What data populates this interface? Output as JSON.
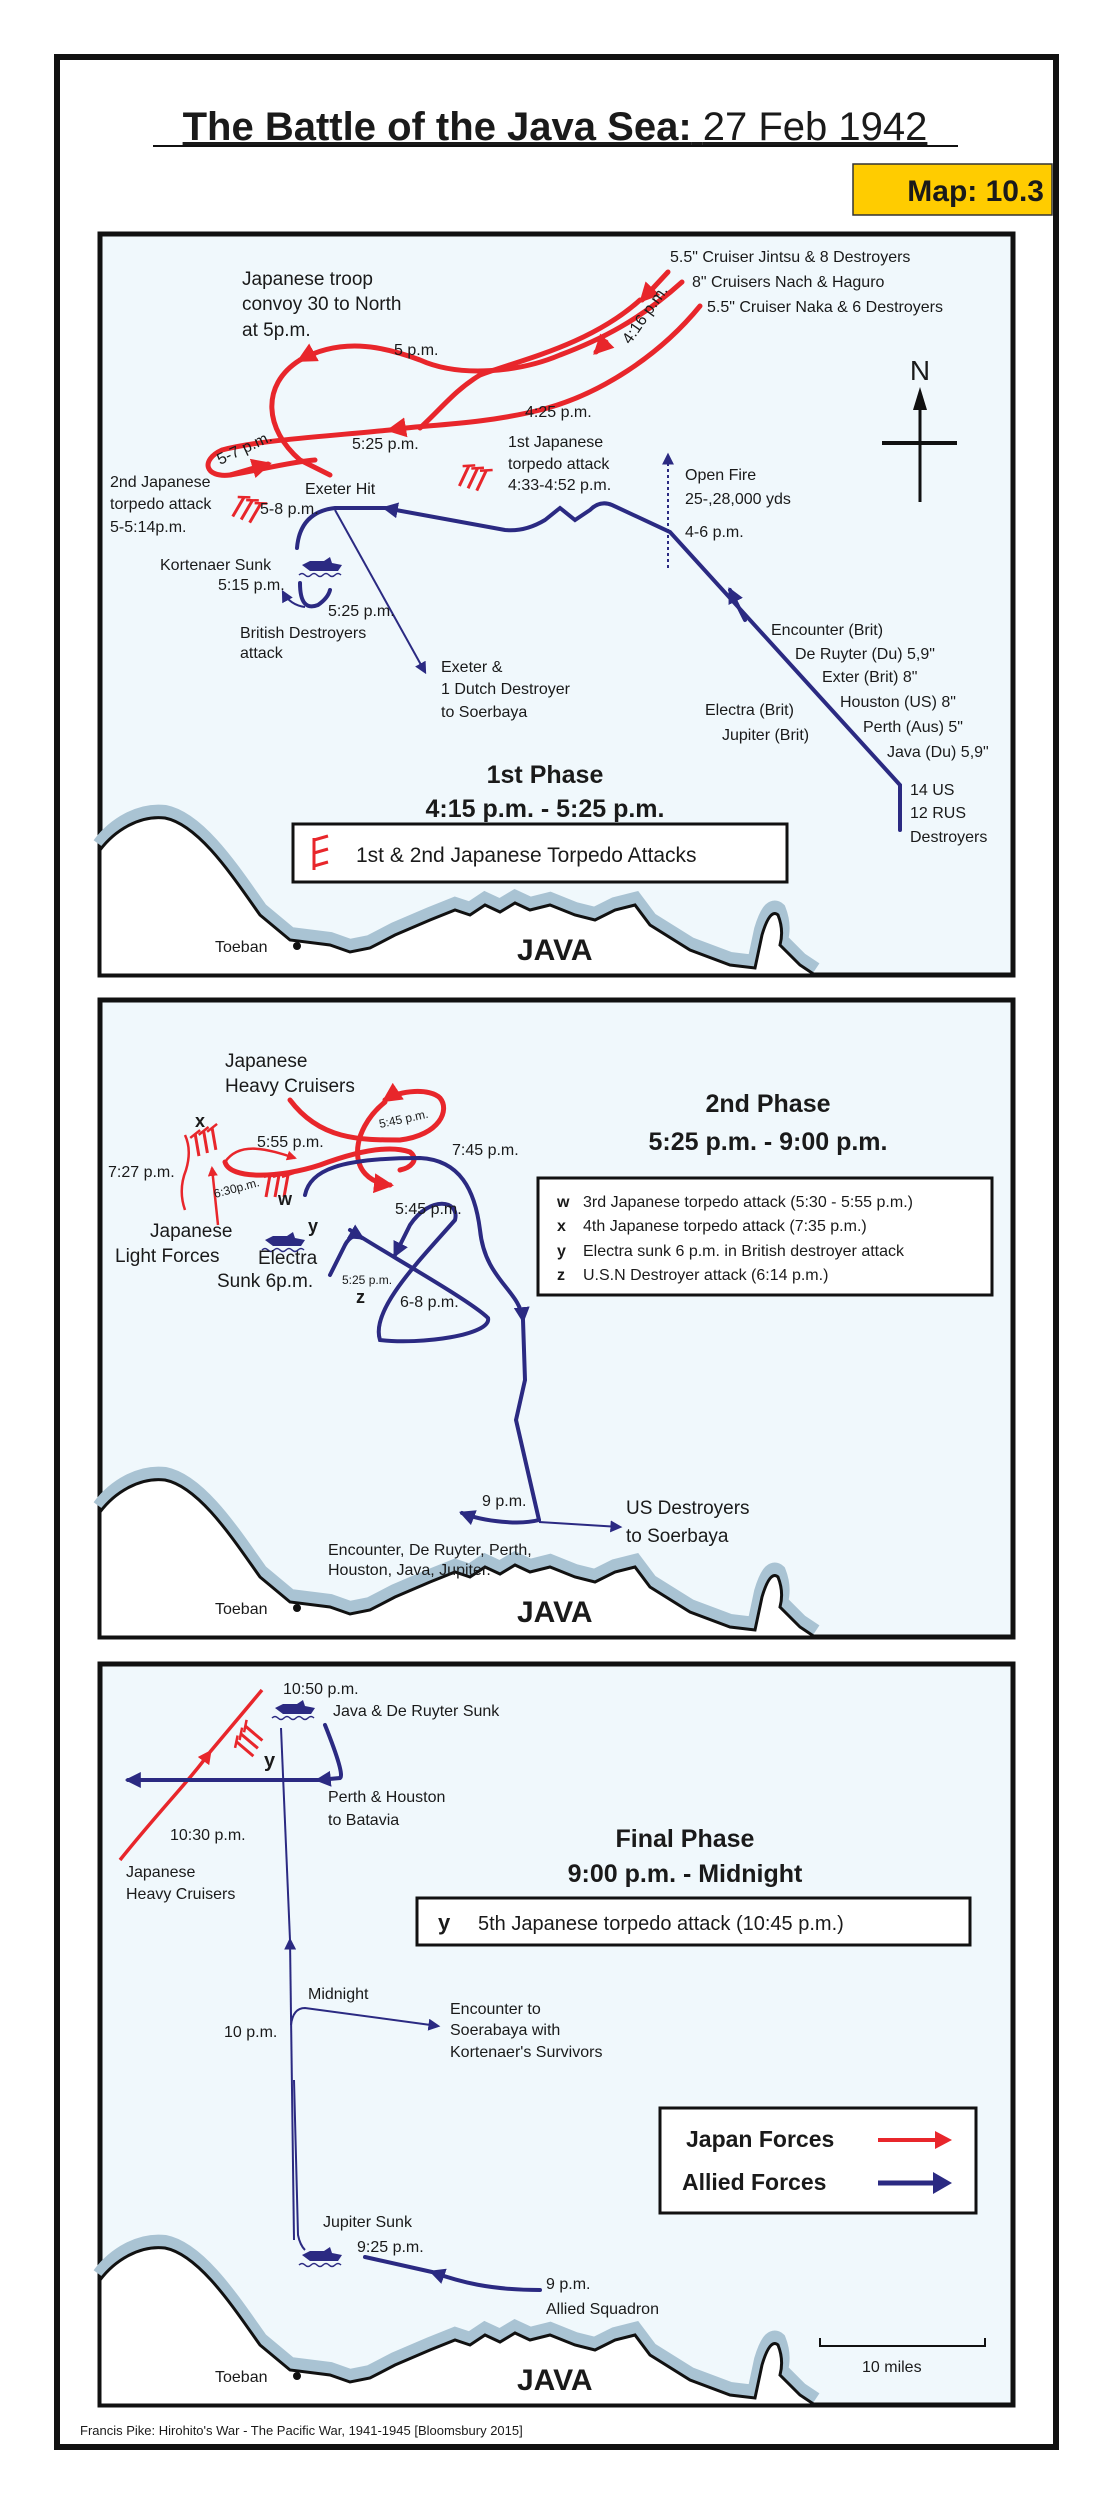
{
  "title": {
    "bold": "The Battle of the Java Sea:",
    "date": "27 Feb 1942"
  },
  "map_badge": "Map: 10.3",
  "colors": {
    "japan": "#e8262b",
    "allied": "#2b2a82",
    "sea": "#f0f8fc",
    "badge": "#ffcc00"
  },
  "compass": "N",
  "phase1": {
    "jintsu": "5.5\" Cruiser Jintsu & 8 Destroyers",
    "nachi": "8\" Cruisers Nach & Haguro",
    "naka": "5.5\" Cruiser Naka & 6 Destroyers",
    "convoy": [
      "Japanese troop",
      "convoy 30 to North",
      "at 5p.m."
    ],
    "t_5pm": "5 p.m.",
    "t_416": "4:16 p.m.",
    "t_425": "4:25 p.m.",
    "t_525": "5:25 p.m.",
    "t_57": "5-7 p.m.",
    "first_torpedo": [
      "1st Japanese",
      "torpedo attack",
      "4:33-4:52 p.m."
    ],
    "open_fire": [
      "Open Fire",
      "25-,28,000 yds",
      "4-6 p.m."
    ],
    "second_torpedo": [
      "2nd Japanese",
      "torpedo attack",
      "5-5:14p.m."
    ],
    "exeter_hit": "Exeter Hit",
    "t_58": "5-8 p.m.",
    "kortenaer": [
      "Kortenaer Sunk",
      "5:15 p.m."
    ],
    "t_525b": "5:25 p.m.",
    "british": [
      "British Destroyers",
      "attack"
    ],
    "exeter_to": [
      "Exeter &",
      "1 Dutch Destroyer",
      "to Soerbaya"
    ],
    "allied_ships": [
      "Encounter (Brit)",
      "De Ruyter (Du) 5,9\"",
      "Exter (Brit) 8\"",
      "Houston (US) 8\"",
      "Perth (Aus) 5\"",
      "Java (Du) 5,9\""
    ],
    "electra_jupiter": [
      "Electra (Brit)",
      "Jupiter (Brit)"
    ],
    "destroyers": [
      "14 US",
      "12 RUS",
      "Destroyers"
    ],
    "phase_title": "1st Phase",
    "phase_time": "4:15 p.m. - 5:25 p.m.",
    "legend": "1st & 2nd Japanese Torpedo Attacks",
    "toeban": "Toeban",
    "java": "JAVA"
  },
  "phase2": {
    "heavy": [
      "Japanese",
      "Heavy Cruisers"
    ],
    "phase_title": "2nd Phase",
    "phase_time": "5:25 p.m. - 9:00 p.m.",
    "legend": [
      {
        "key": "w",
        "text": "3rd Japanese torpedo attack (5:30 - 5:55 p.m.)"
      },
      {
        "key": "x",
        "text": "4th Japanese torpedo attack (7:35 p.m.)"
      },
      {
        "key": "y",
        "text": "Electra sunk 6 p.m. in British destroyer attack"
      },
      {
        "key": "z",
        "text": "U.S.N Destroyer attack (6:14 p.m.)"
      }
    ],
    "x": "x",
    "w": "w",
    "y": "y",
    "z": "z",
    "t_545a": "5:45 p.m.",
    "t_555": "5:55 p.m.",
    "t_727": "7:27 p.m.",
    "t_630": "6:30p.m.",
    "t_745": "7:45 p.m.",
    "t_545b": "5:45 p.m.",
    "light": [
      "Japanese",
      "Light Forces"
    ],
    "electra": [
      "Electra",
      "Sunk 6p.m."
    ],
    "t_525": "5:25 p.m.",
    "t_68": "6-8 p.m.",
    "t_9pm": "9 p.m.",
    "us_destroyers": [
      "US Destroyers",
      "to Soerbaya"
    ],
    "squadron": [
      "Encounter, De Ruyter, Perth,",
      "Houston, Java, Jupiter."
    ],
    "toeban": "Toeban",
    "java": "JAVA"
  },
  "phase3": {
    "t_1050": "10:50 p.m.",
    "java_sunk": "Java & De Ruyter Sunk",
    "y": "y",
    "perth": [
      "Perth & Houston",
      "to Batavia"
    ],
    "t_1030": "10:30 p.m.",
    "heavy": [
      "Japanese",
      "Heavy Cruisers"
    ],
    "phase_title": "Final Phase",
    "phase_time": "9:00 p.m. - Midnight",
    "legend_key": "y",
    "legend_text": "5th Japanese torpedo attack (10:45 p.m.)",
    "midnight": "Midnight",
    "t_10pm": "10 p.m.",
    "encounter": [
      "Encounter to",
      "Soerabaya with",
      "Kortenaer's Survivors"
    ],
    "key_japan": "Japan Forces",
    "key_allied": "Allied Forces",
    "jupiter": [
      "Jupiter Sunk",
      "9:25 p.m."
    ],
    "squadron": [
      "9 p.m.",
      "Allied Squadron"
    ],
    "scale": "10 miles",
    "toeban": "Toeban",
    "java": "JAVA"
  },
  "footer": "Francis Pike:  Hirohito's War - The Pacific War, 1941-1945   [Bloomsbury 2015]"
}
